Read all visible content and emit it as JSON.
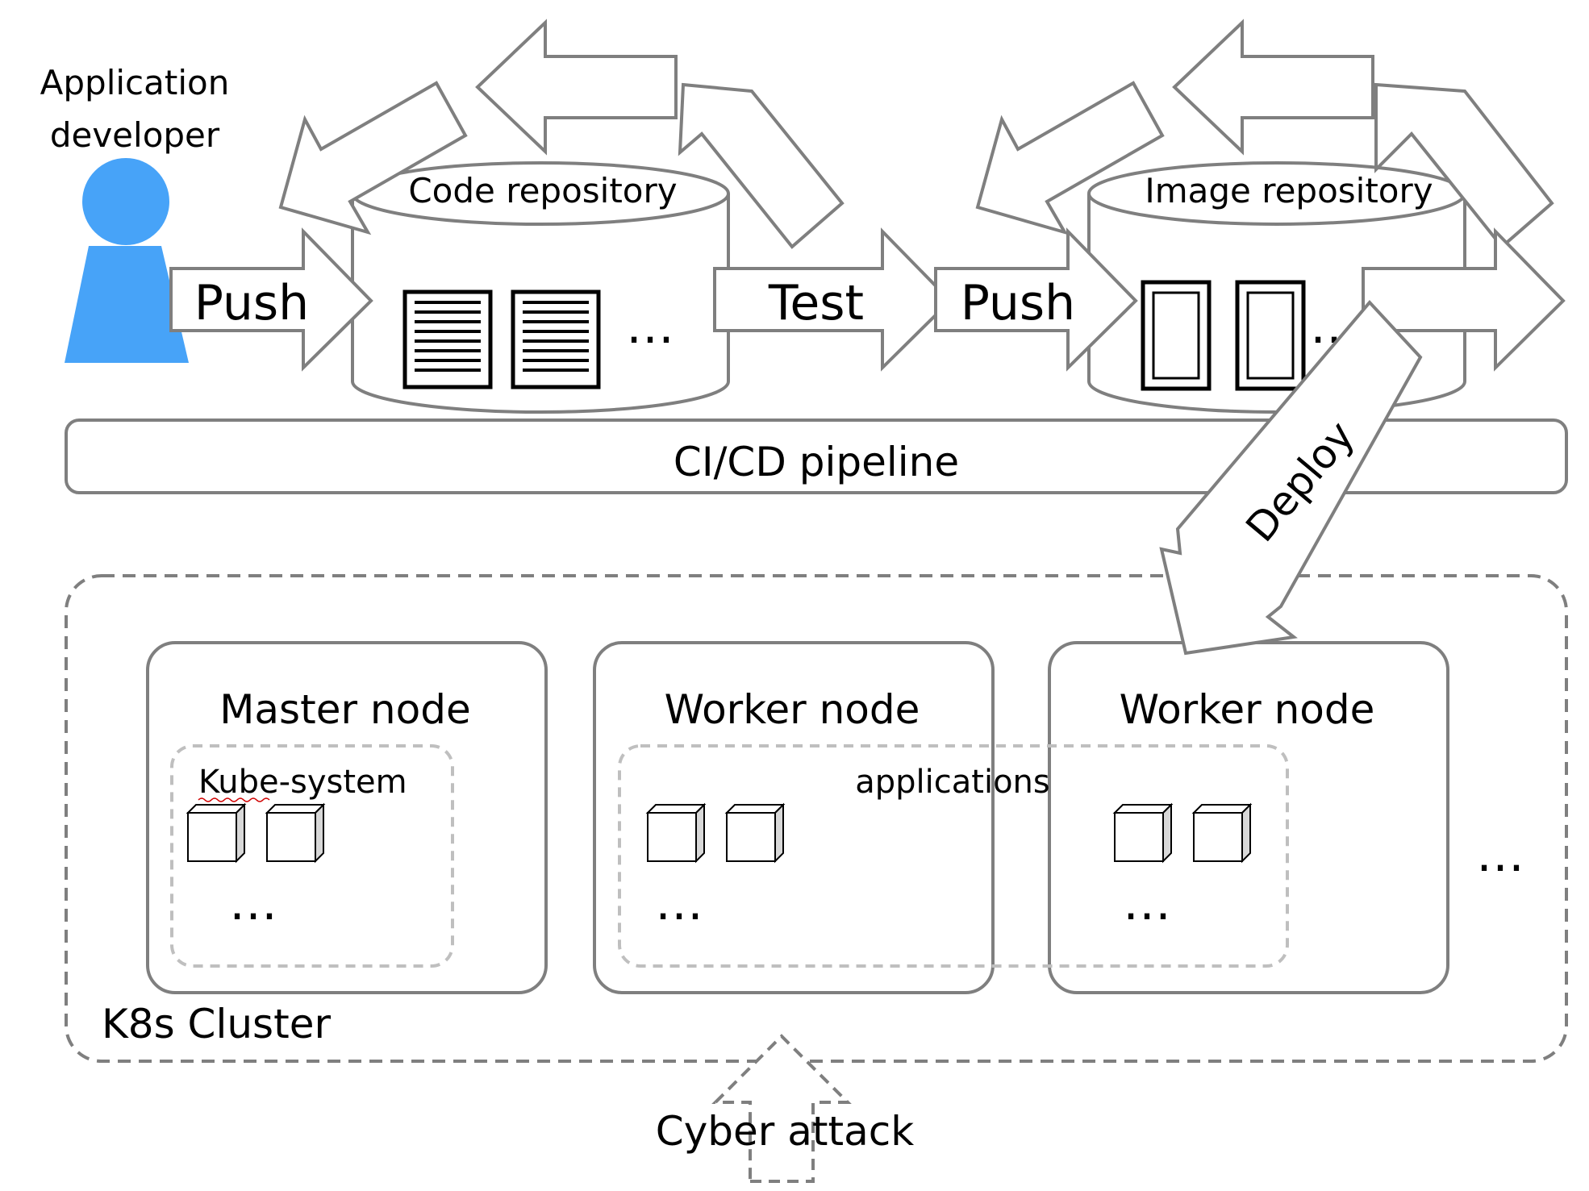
{
  "developer": {
    "line1": "Application",
    "line2": "developer"
  },
  "pipeline": {
    "push1": "Push",
    "code_repo": "Code repository",
    "code_ellipsis": "…",
    "test": "Test",
    "push2": "Push",
    "image_repo": "Image repository",
    "image_ellipsis": "…",
    "ci_cd": "CI/CD pipeline",
    "deploy": "Deploy"
  },
  "cluster": {
    "label": "K8s Cluster",
    "master": {
      "title": "Master node",
      "group": "Kube-system",
      "ellipsis": "…"
    },
    "worker1": {
      "title": "Worker node",
      "ellipsis": "…"
    },
    "worker2": {
      "title": "Worker node",
      "ellipsis": "…"
    },
    "applications": "applications",
    "more_nodes": "…"
  },
  "attack": "Cyber attack",
  "colors": {
    "person": "#47a3f8",
    "stroke": "#7f7f7f",
    "dashed_inner": "#bfbfbf"
  }
}
